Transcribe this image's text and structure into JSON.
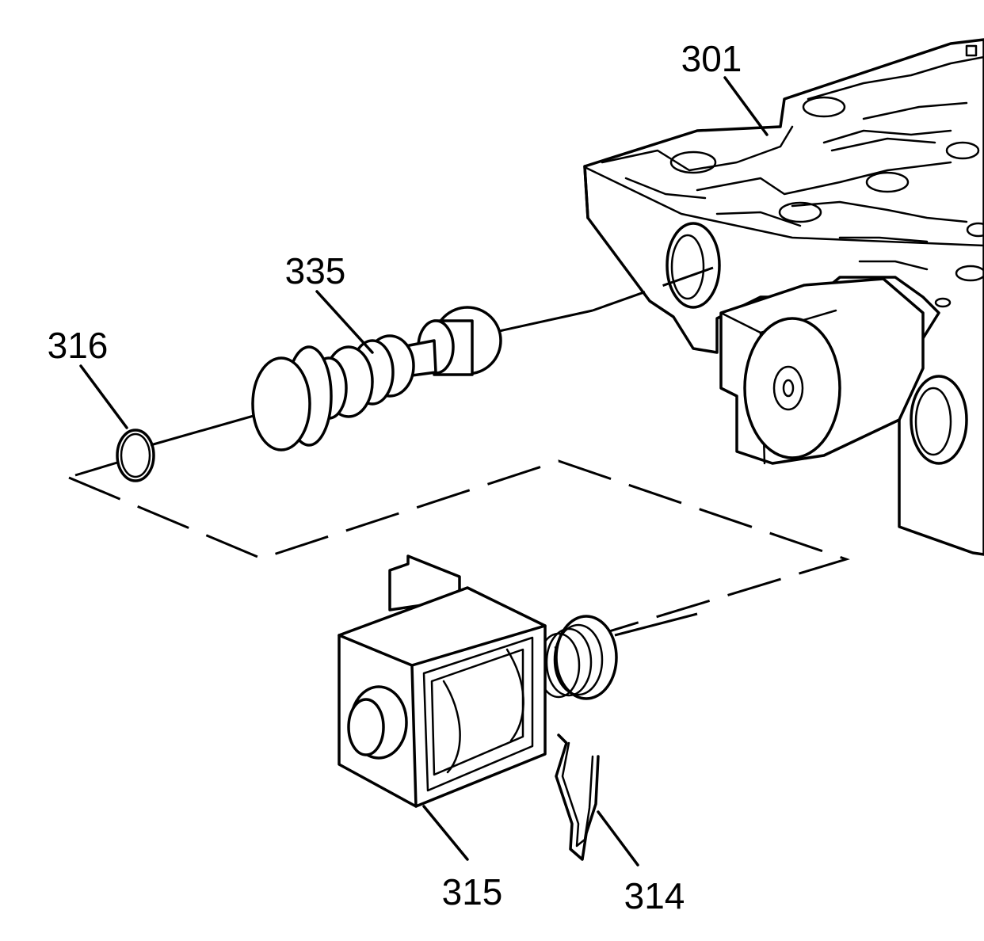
{
  "callouts": [
    {
      "id": "301",
      "text": "301"
    },
    {
      "id": "335",
      "text": "335"
    },
    {
      "id": "316",
      "text": "316"
    },
    {
      "id": "315",
      "text": "315"
    },
    {
      "id": "314",
      "text": "314"
    }
  ],
  "colors": {
    "line": "#000000",
    "background": "#ffffff"
  }
}
